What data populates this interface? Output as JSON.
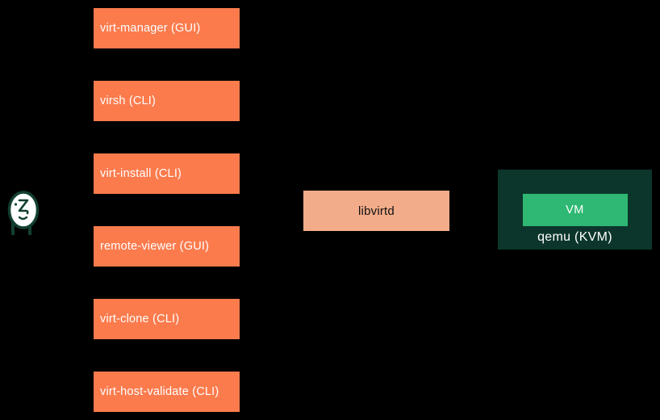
{
  "colors": {
    "background": "#000000",
    "tool_box": "#FB7B4D",
    "daemon_box": "#F2AC8A",
    "hypervisor_box": "#0C362B",
    "vm_box": "#2EB873",
    "text_light": "#FFFFFF",
    "text_dark": "#111111",
    "mascot_outline": "#12402F",
    "mascot_face": "#FFFFFF"
  },
  "diagram": {
    "type": "architecture-diagram",
    "topic": "libvirt virtualization stack"
  },
  "tools": {
    "items": [
      "virt-manager (GUI)",
      "virsh (CLI)",
      "virt-install (CLI)",
      "remote-viewer (GUI)",
      "virt-clone (CLI)",
      "virt-host-validate (CLI)"
    ]
  },
  "daemon": {
    "label": "libvirtd"
  },
  "hypervisor": {
    "label": "qemu (KVM)",
    "vm_label": "VM"
  }
}
